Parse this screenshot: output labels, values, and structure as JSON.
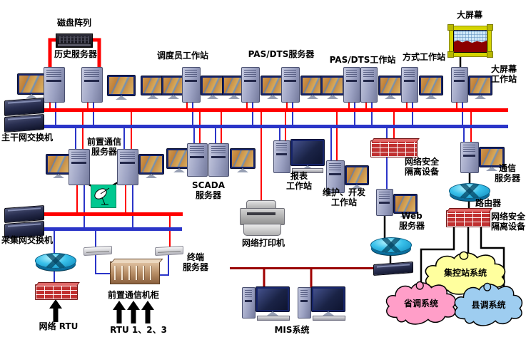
{
  "labels": {
    "disk_array": "磁盘阵列",
    "history_server": "历史服务器",
    "dispatcher_ws": "调度员工作站",
    "pasdts_server": "PAS/DTS服务器",
    "pasdts_ws": "PAS/DTS工作站",
    "mode_ws": "方式工作站",
    "big_screen": "大屏幕",
    "big_screen_ws": "大屏幕\n工作站",
    "backbone_switch": "主干网交换机",
    "front_comm_server": "前置通信\n服务器",
    "scada_server": "SCADA\n服务器",
    "report_ws": "报表\n工作站",
    "maint_dev_ws": "维护、开发\n工作站",
    "firewall_upper": "网络安全\n隔离设备",
    "comm_server": "通信\n服务器",
    "router_right": "路由器",
    "web_server": "Web\n服务器",
    "firewall_lower": "网络安全\n隔离设备",
    "collect_switch": "采集网交换机",
    "terminal_server": "终端\n服务器",
    "network_printer": "网络打印机",
    "front_comm_cabinet": "前置通信机柜",
    "network_rtu": "网络 RTU",
    "rtu_123": "RTU 1、2、3",
    "mis_system": "MIS系统",
    "cloud_central": "集控站系统",
    "cloud_province": "省调系统",
    "cloud_county": "县调系统"
  },
  "colors": {
    "lan_a_red": "#ff0000",
    "lan_b_blue": "#2b35c8",
    "mis_lan_dark_red": "#990000",
    "connector_black": "#000000",
    "firewall_red": "#c03030",
    "router_cyan": "#38c0ea",
    "satellite_green": "#00c890",
    "screen_frame_yellow": "#d4d400",
    "screen_content_dark_red": "#8b0000",
    "cloud_yellow": "#ffff9e",
    "cloud_pink": "#ff9ec8",
    "cloud_blue": "#9ecdf0"
  }
}
